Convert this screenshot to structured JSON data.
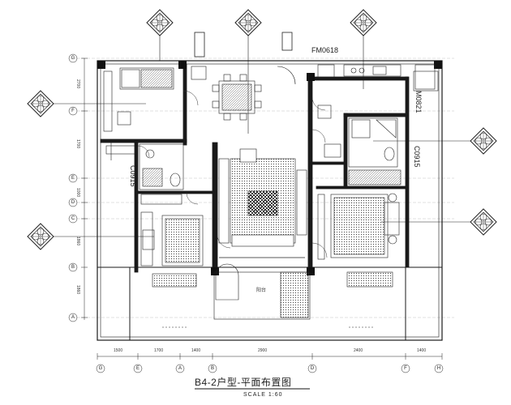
{
  "drawing": {
    "title": "B4-2户型-平面布置图",
    "scale": "SCALE 1:60"
  },
  "door_tags": {
    "top": "FM0618",
    "right_upper": "M0821",
    "right_lower": "C0915",
    "left": "C0915"
  },
  "room_labels": {
    "balcony": "阳台"
  },
  "dimensions_bottom": [
    "1500",
    "1700",
    "1400",
    "2900",
    "2400",
    "1400"
  ],
  "dimensions_left": [
    "2700",
    "1700",
    "1000",
    "1860",
    "1860"
  ],
  "grid_bottom": [
    "G",
    "E",
    "A",
    "B",
    "D",
    "F",
    "H"
  ],
  "grid_left": [
    "G",
    "F",
    "E",
    "D",
    "C",
    "B",
    "A"
  ],
  "colors": {
    "line": "#1a1a1a",
    "hatch": "#555555",
    "paper": "#ffffff"
  }
}
